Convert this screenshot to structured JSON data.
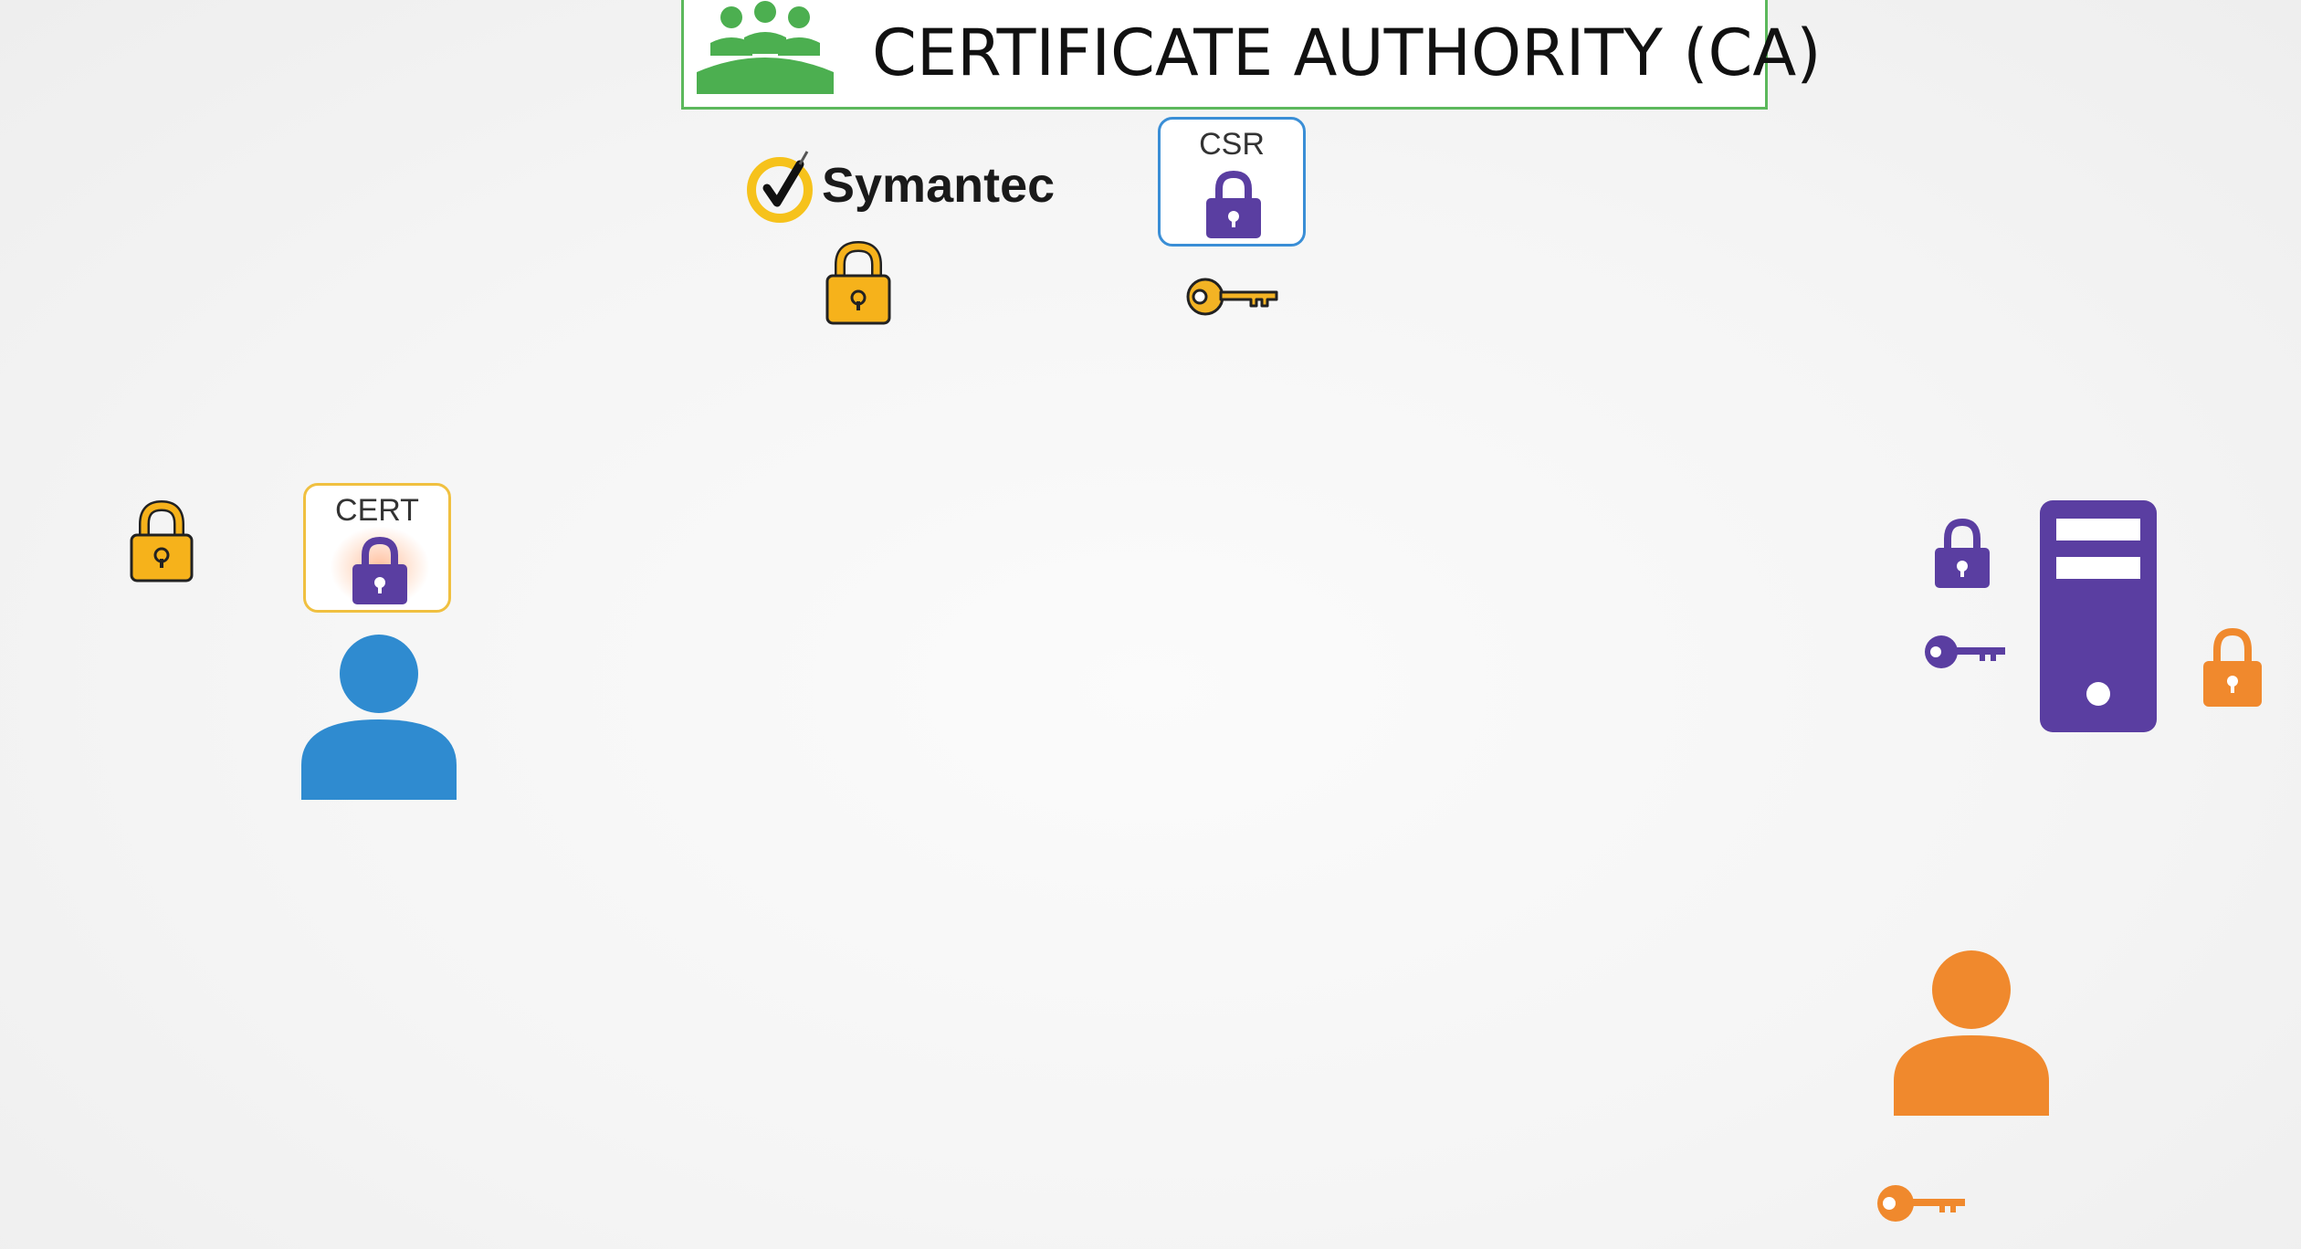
{
  "ca": {
    "title": "CERTIFICATE AUTHORITY (CA)",
    "icon": "group-icon",
    "color": "#4caf50"
  },
  "symantec": {
    "name": "Symantec",
    "icon": "checkmark-icon",
    "accent": "#f6c21b"
  },
  "csr": {
    "label": "CSR",
    "border_color": "#3a8ed6",
    "lock_color": "#5a3ea1"
  },
  "cert": {
    "label": "CERT",
    "border_color": "#f0c040",
    "lock_color": "#5a3ea1"
  },
  "colors": {
    "yellow_lock": "#f6b21b",
    "purple": "#5a3ea1",
    "orange": "#f0892d",
    "blue_user": "#2f8bd0",
    "key_gold": "#f3b324"
  },
  "icons": [
    "padlock-icon",
    "key-icon",
    "user-icon",
    "server-icon"
  ]
}
